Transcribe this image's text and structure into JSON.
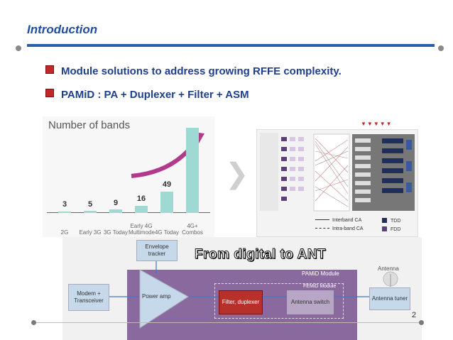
{
  "slide": {
    "title": "Introduction",
    "bullets": [
      "Module solutions to address growing RFFE complexity.",
      "PAMiD : PA + Duplexer + Filter + ASM"
    ],
    "page_number": "2"
  },
  "bands_figure": {
    "title": "Number of bands",
    "items": [
      {
        "value": "3",
        "label": "2G"
      },
      {
        "value": "5",
        "label": "Early 3G"
      },
      {
        "value": "9",
        "label": "3G Today"
      },
      {
        "value": "16",
        "label": "Early 4G Multimode"
      },
      {
        "value": "49",
        "label": "4G Today"
      },
      {
        "value": "",
        "label": "4G+ Combos"
      }
    ]
  },
  "ca_figure": {
    "legend_interband": "Interband CA",
    "legend_intraband": "Intra-band CA",
    "legend_tdd": "TDD",
    "legend_fdd": "FDD"
  },
  "block_diagram": {
    "envelope_tracker": "Envelope tracker",
    "modem": "Modem + Transceiver",
    "power_amp": "Power amp",
    "filter_duplexer": "Filter, duplexer",
    "antenna_switch": "Antenna switch",
    "antenna_tuner": "Antenna tuner",
    "antenna": "Antenna",
    "pamid_module": "PAMiD Module",
    "femid_module": "FEMiD Module"
  },
  "overlay_text": "From digital to ANT",
  "colors": {
    "title_blue": "#1f4e9c",
    "bullet_red": "#c0282a",
    "bar_teal": "#9fd9d3",
    "pamid_purple": "#8a6a9e",
    "filter_red": "#b8302a"
  }
}
